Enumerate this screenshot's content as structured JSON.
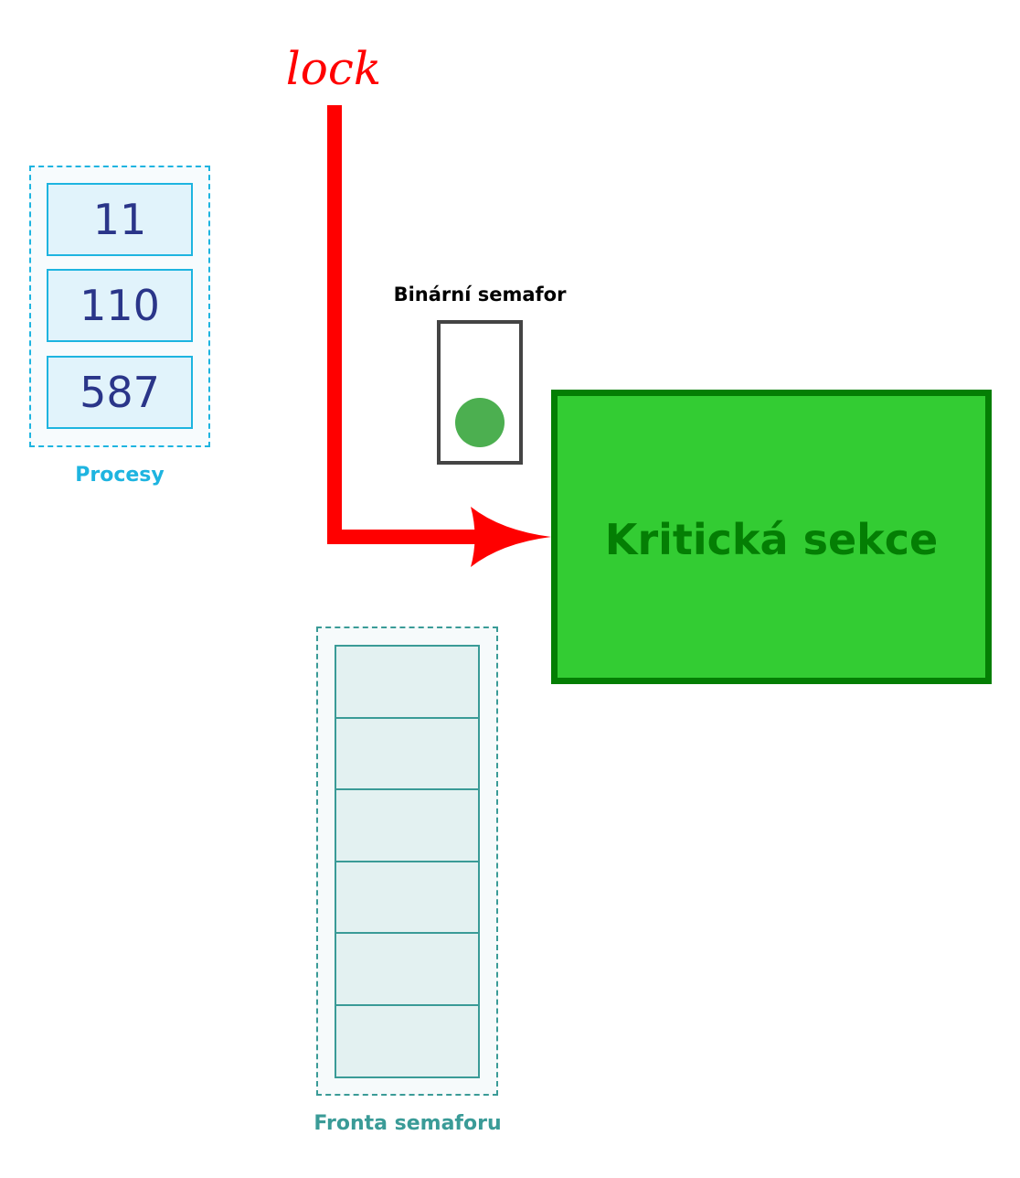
{
  "lock": {
    "label": "lock"
  },
  "processes": {
    "label": "Procesy",
    "items": [
      "11",
      "110",
      "587"
    ]
  },
  "semaphore": {
    "label": "Binární semafor"
  },
  "critical_section": {
    "label": "Kritická sekce"
  },
  "queue": {
    "label": "Fronta semaforu",
    "slot_count": 6
  },
  "colors": {
    "lock_arrow": "#ff0000",
    "process_accent": "#1eb4e0",
    "process_text": "#2a3589",
    "critical_fill": "#33cc33",
    "critical_border": "#047e04",
    "semaphore_dot": "#4caf50",
    "queue_accent": "#3a9b97"
  }
}
